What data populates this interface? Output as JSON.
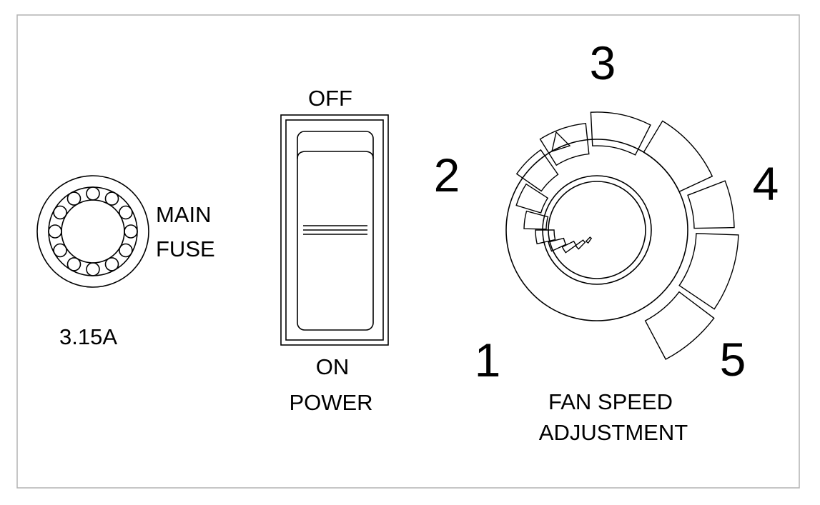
{
  "fuse": {
    "label_line1": "MAIN",
    "label_line2": "FUSE",
    "rating": "3.15A"
  },
  "power_switch": {
    "off_label": "OFF",
    "on_label": "ON",
    "caption": "POWER"
  },
  "fan_speed": {
    "caption_line1": "FAN SPEED",
    "caption_line2": "ADJUSTMENT",
    "scale": [
      "1",
      "2",
      "3",
      "4",
      "5"
    ]
  },
  "colors": {
    "line": "#000000",
    "border": "#b3b3b3",
    "background": "#ffffff"
  }
}
